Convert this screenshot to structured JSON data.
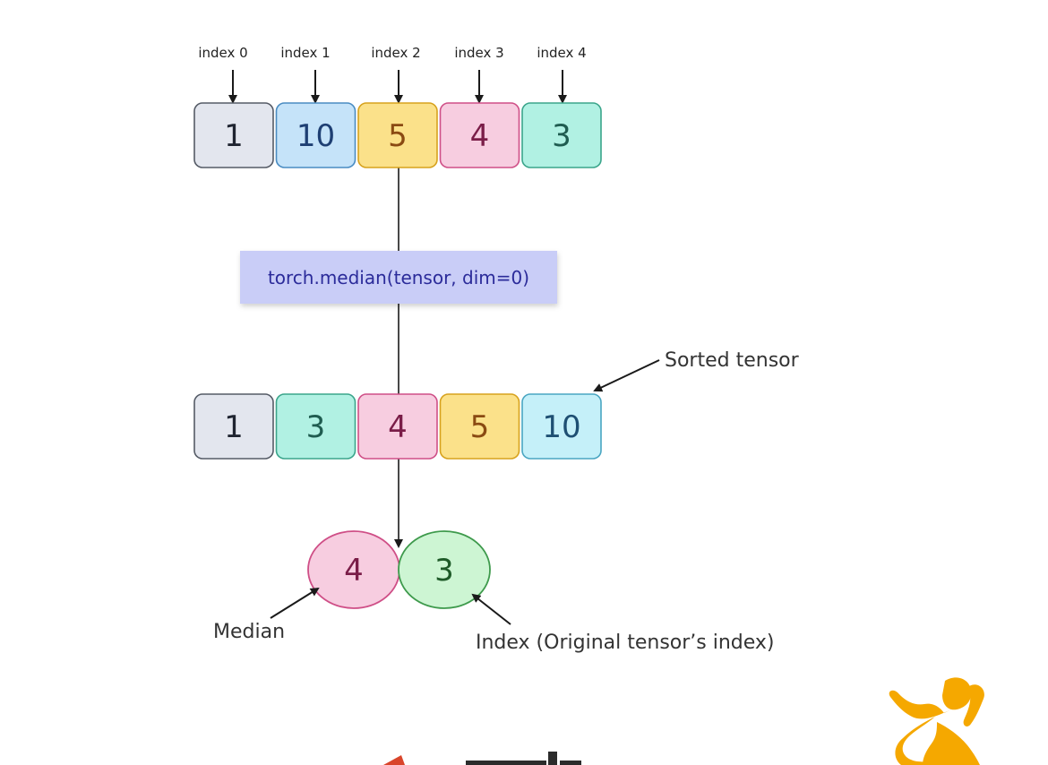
{
  "title": "",
  "index_labels": [
    "index 0",
    "index 1",
    "index 2",
    "index 3",
    "index 4"
  ],
  "input_tensor": [
    {
      "value": "1",
      "fill": "#e3e6ee",
      "stroke": "#555b66",
      "text_color": "#1f2430"
    },
    {
      "value": "10",
      "fill": "#c5e3f9",
      "stroke": "#4a8cc2",
      "text_color": "#1e3f73"
    },
    {
      "value": "5",
      "fill": "#fbe18a",
      "stroke": "#d7a21d",
      "text_color": "#8a4a12"
    },
    {
      "value": "4",
      "fill": "#f7cde0",
      "stroke": "#cf4f87",
      "text_color": "#7a1d48"
    },
    {
      "value": "3",
      "fill": "#b1f1e3",
      "stroke": "#3ba58b",
      "text_color": "#1f5c50"
    }
  ],
  "operation": {
    "label": "torch.median(tensor, dim=0)",
    "fill": "#c9cdf7",
    "text_color": "#2b2b9a"
  },
  "sorted_tensor": [
    {
      "value": "1",
      "fill": "#e3e6ee",
      "stroke": "#555b66",
      "text_color": "#1f2430"
    },
    {
      "value": "3",
      "fill": "#b1f1e3",
      "stroke": "#3ba58b",
      "text_color": "#1f5c50"
    },
    {
      "value": "4",
      "fill": "#f7cde0",
      "stroke": "#cf4f87",
      "text_color": "#7a1d48"
    },
    {
      "value": "5",
      "fill": "#fbe18a",
      "stroke": "#d7a21d",
      "text_color": "#8a4a12"
    },
    {
      "value": "10",
      "fill": "#c5f0f9",
      "stroke": "#4aa6c2",
      "text_color": "#1e4f73"
    }
  ],
  "sorted_label": "Sorted tensor",
  "result": {
    "median": {
      "value": "4",
      "fill": "#f7cde0",
      "stroke": "#cf4f87",
      "text_color": "#7a1d48",
      "label": "Median"
    },
    "index": {
      "value": "3",
      "fill": "#cdf5d3",
      "stroke": "#3e9a4c",
      "text_color": "#1e5a28",
      "label": "Index (Original tensor’s index)"
    }
  },
  "colors": {
    "line": "#1a1a1a",
    "logo_orange": "#f5a800",
    "bottom_mark": "#2b2b2b",
    "bottom_mark_red": "#d9452b"
  },
  "icons": [
    "logo-figure-icon"
  ]
}
